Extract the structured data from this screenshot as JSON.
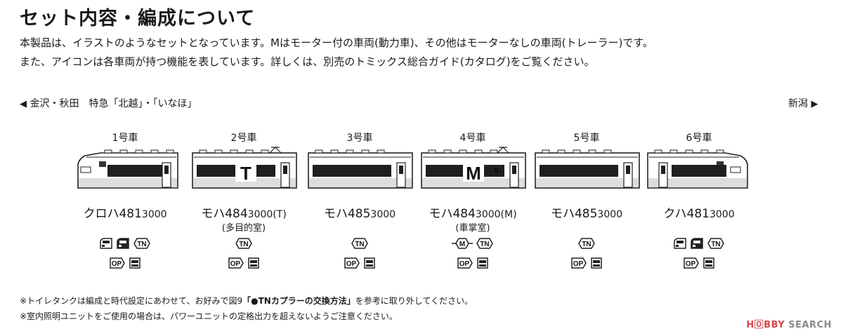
{
  "title": "セット内容・編成について",
  "intro": [
    "本製品は、イラストのようなセットとなっています。Mはモーター付の車両(動力車)、その他はモーターなしの車両(トレーラー)です。",
    "また、アイコンは各車両が持つ機能を表しています。詳しくは、別売のトミックス総合ガイド(カタログ)をご覧ください。"
  ],
  "direction": {
    "left_arrow": "◀",
    "left": "金沢・秋田　特急「北越」・「いなほ」",
    "right": "新潟",
    "right_arrow": "▶"
  },
  "cars": [
    {
      "no": "1号車",
      "name": "クロハ481",
      "num": "3000",
      "sub": "",
      "letter": "",
      "icons_row1": [
        "headlight-icon",
        "taillight-icon",
        "tn-coupler-icon"
      ],
      "icons_row2": [
        "op-icon",
        "room-light-icon"
      ]
    },
    {
      "no": "2号車",
      "name": "モハ484",
      "num": "3000(T)",
      "sub": "(多目的室)",
      "letter": "T",
      "icons_row1": [
        "tn-coupler-icon"
      ],
      "icons_row2": [
        "op-icon",
        "room-light-icon"
      ]
    },
    {
      "no": "3号車",
      "name": "モハ485",
      "num": "3000",
      "sub": "",
      "letter": "",
      "icons_row1": [
        "tn-coupler-icon"
      ],
      "icons_row2": [
        "op-icon",
        "room-light-icon"
      ]
    },
    {
      "no": "4号車",
      "name": "モハ484",
      "num": "3000(M)",
      "sub": "(車掌室)",
      "letter": "M",
      "icons_row1": [
        "motor-icon",
        "tn-coupler-icon"
      ],
      "icons_row2": [
        "op-icon",
        "room-light-icon"
      ]
    },
    {
      "no": "5号車",
      "name": "モハ485",
      "num": "3000",
      "sub": "",
      "letter": "",
      "icons_row1": [
        "tn-coupler-icon"
      ],
      "icons_row2": [
        "op-icon",
        "room-light-icon"
      ]
    },
    {
      "no": "6号車",
      "name": "クハ481",
      "num": "3000",
      "sub": "",
      "letter": "",
      "icons_row1": [
        "headlight-icon",
        "taillight-icon",
        "tn-coupler-icon"
      ],
      "icons_row2": [
        "op-icon",
        "room-light-icon"
      ]
    }
  ],
  "icon_text": {
    "tn": "TN",
    "op": "OP",
    "motor": "M"
  },
  "notes": {
    "note1_pre": "※トイレタンクは編成と時代設定にあわせて、お好みで図9",
    "note1_bold": "「●TNカプラーの交換方法」",
    "note1_post": "を参考に取り外してください。",
    "note2": "※室内照明ユニットをご使用の場合は、パワーユニットの定格出力を超えないようご注意ください。"
  },
  "watermark": {
    "hobby": "H🄾BBY",
    "search": "SEARCH"
  },
  "colors": {
    "text": "#1a1a1a",
    "window": "#1f1f1f",
    "stripe": "#dddddd",
    "watermark_red": "#d4484a"
  }
}
